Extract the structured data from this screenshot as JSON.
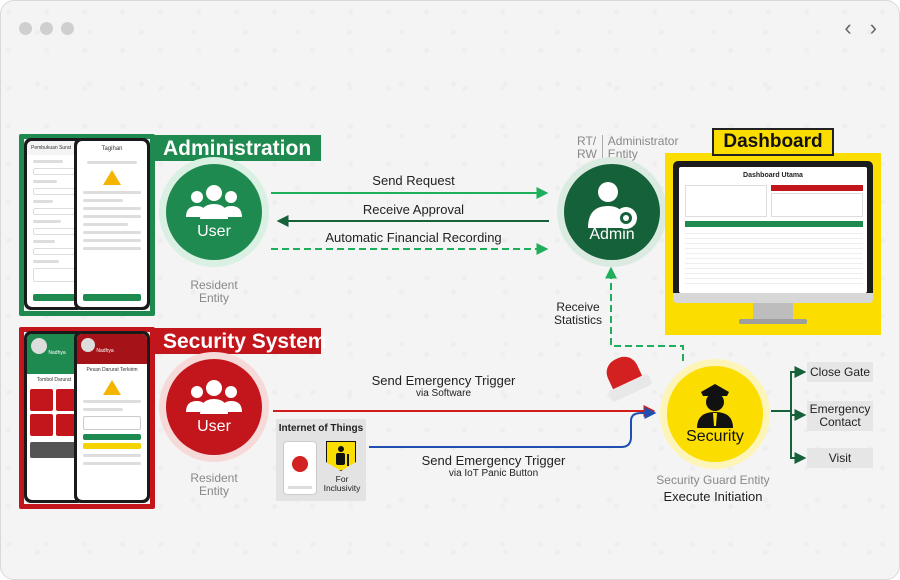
{
  "window": {
    "nav_back": "‹",
    "nav_forward": "›"
  },
  "colors": {
    "green": "#1e8a4f",
    "red": "#c3161c",
    "yellow": "#fbdd00",
    "dark_green": "#15613a"
  },
  "administration": {
    "title": "Administration"
  },
  "security_system": {
    "title": "Security System"
  },
  "user_green": {
    "label": "User",
    "caption_line1": "Resident",
    "caption_line2": "Entity",
    "icon": "users-icon"
  },
  "user_red": {
    "label": "User",
    "caption_line1": "Resident",
    "caption_line2": "Entity",
    "icon": "users-icon"
  },
  "admin": {
    "label": "Admin",
    "caption_a1": "RT/",
    "caption_a2": "RW",
    "caption_b1": "Administrator",
    "caption_b2": "Entity",
    "icon": "admin-gear-icon"
  },
  "security": {
    "label": "Security",
    "caption": "Security Guard Entity",
    "execute": "Execute Initiation",
    "icon": "guard-icon"
  },
  "arrows": {
    "send_request": "Send Request",
    "receive_approval": "Receive Approval",
    "auto_recording": "Automatic Financial Recording",
    "receive_statistics_1": "Receive",
    "receive_statistics_2": "Statistics",
    "emergency_software": "Send Emergency Trigger",
    "emergency_software_sub": "via Software",
    "emergency_iot": "Send Emergency Trigger",
    "emergency_iot_sub": "via IoT Panic Button"
  },
  "dashboard": {
    "title": "Dashboard",
    "screen_title": "Dashboard Utama"
  },
  "iot": {
    "title": "Internet of Things",
    "inclusivity_1": "For",
    "inclusivity_2": "Inclusivity"
  },
  "actions": [
    {
      "label_1": "Close Gate",
      "label_2": ""
    },
    {
      "label_1": "Emergency",
      "label_2": "Contact"
    },
    {
      "label_1": "Visit",
      "label_2": ""
    }
  ],
  "phones": {
    "green_left_title": "Pembukuan Surat",
    "green_right_title": "Tagihan",
    "red_left_name": "Nadhya",
    "red_right_name": "Nadhya",
    "red_left_title": "Tombol Darurat",
    "red_right_title": "Pesan Darurat Terkirim"
  }
}
